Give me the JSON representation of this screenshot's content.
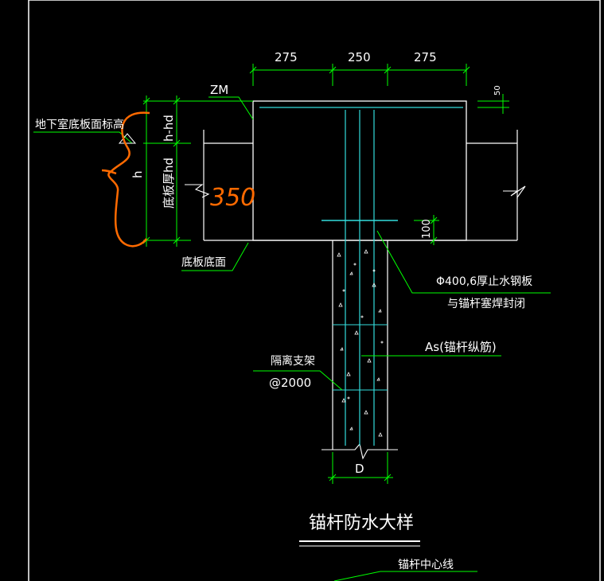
{
  "colors": {
    "background": "#000000",
    "lines": "#ffffff",
    "dimension": "#00ff00",
    "rebar": "#33dddd",
    "annotation": "#ff6a00"
  },
  "dimensions": {
    "top_left": "275",
    "top_mid": "250",
    "top_right": "275",
    "right_small": "50",
    "embed": "100",
    "h_minus_hd": "h-hd",
    "h": "h",
    "slab_thickness": "底板厚hd",
    "diameter": "D"
  },
  "labels": {
    "zm": "ZM",
    "basement_floor_elevation": "地下室底板面标高",
    "slab_bottom": "底板底面",
    "steel_plate_line1": "Φ400,6厚止水钢板",
    "steel_plate_line2": "与锚杆塞焊封闭",
    "as_rebar": "As(锚杆纵筋)",
    "spacer_line1": "隔离支架",
    "spacer_line2": "@2000",
    "title": "锚杆防水大样",
    "anchor_centerline": "锚杆中心线"
  },
  "handwriting": {
    "text": "350"
  }
}
